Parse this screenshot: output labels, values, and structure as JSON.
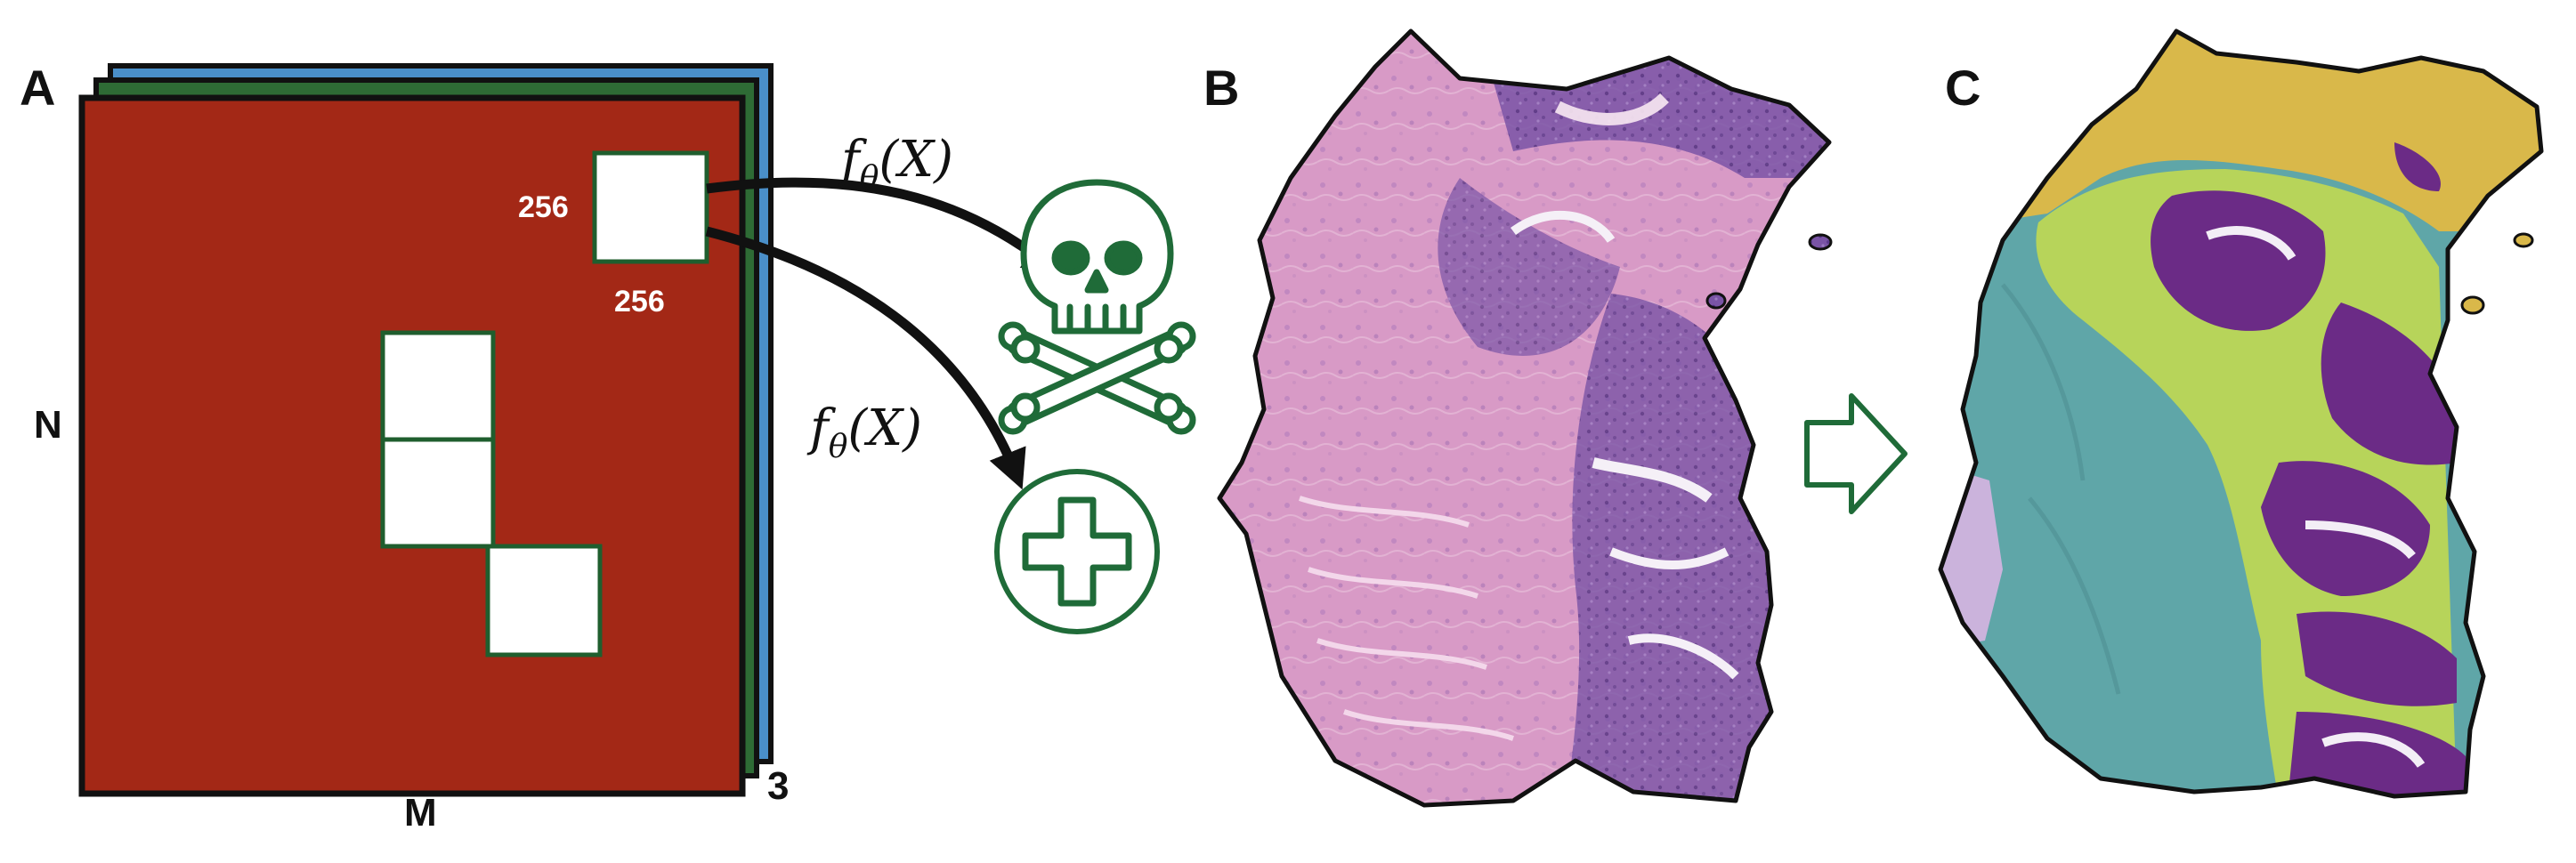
{
  "panels": {
    "a": {
      "letter": "A",
      "row_axis": "N",
      "col_axis": "M",
      "channels": "3",
      "patch_width": "256",
      "patch_height": "256",
      "colors": {
        "layer_back": "#4a8fc9",
        "layer_mid": "#2e6b35",
        "layer_front": "#a32816",
        "patch_border": "#1f5e2e"
      }
    },
    "arrows": {
      "function": {
        "f": "f",
        "theta": "θ",
        "arg": "(X)"
      },
      "outcomes": [
        "skull-crossbones-icon",
        "plus-cross-icon"
      ],
      "icon_color": "#1f6b38"
    },
    "b": {
      "letter": "B"
    },
    "c": {
      "letter": "C",
      "arrow_color": "#1f6b38",
      "region_colors": {
        "teal": "#5fa6a8",
        "lime": "#b7d45a",
        "purple": "#6b2b86",
        "gold": "#d9b84a",
        "lilac": "#cbb3dc"
      }
    }
  }
}
